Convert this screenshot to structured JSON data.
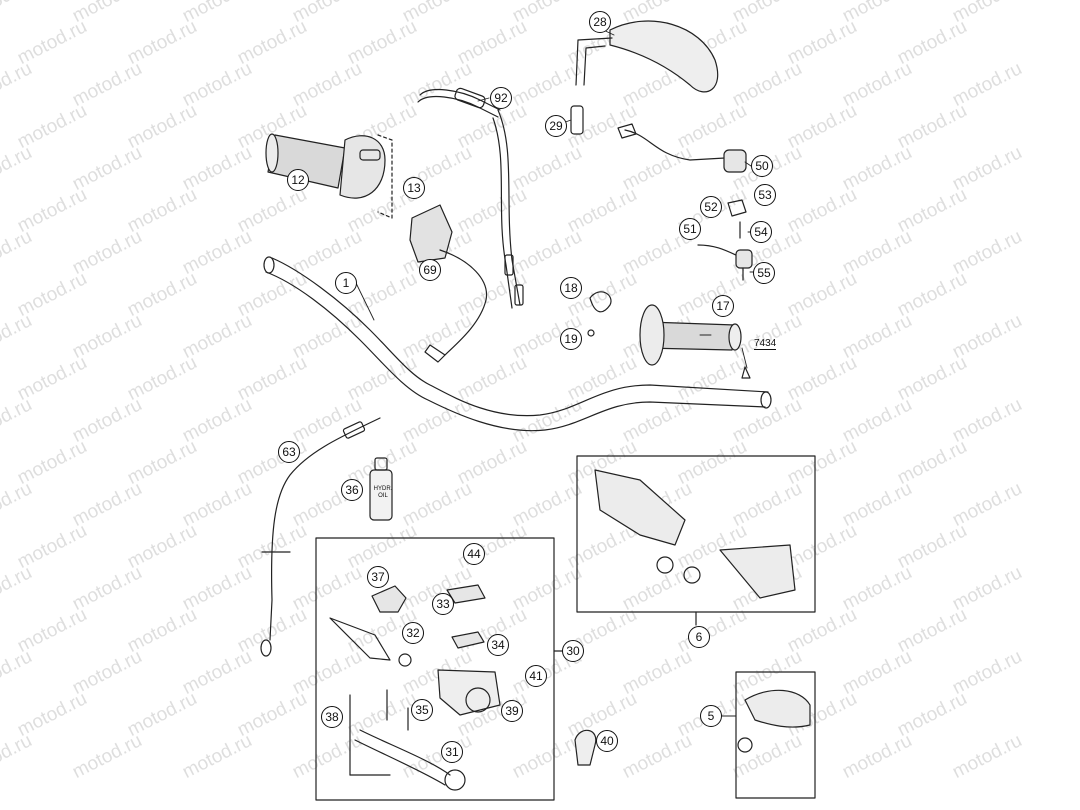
{
  "watermark": "motod.ru",
  "callouts": {
    "c1": "1",
    "c5": "5",
    "c6": "6",
    "c12": "12",
    "c13": "13",
    "c17": "17",
    "c18": "18",
    "c19": "19",
    "c28": "28",
    "c29": "29",
    "c30": "30",
    "c31": "31",
    "c32": "32",
    "c33": "33",
    "c34": "34",
    "c35": "35",
    "c36": "36",
    "c37": "37",
    "c38": "38",
    "c39": "39",
    "c40": "40",
    "c41": "41",
    "c44": "44",
    "c50": "50",
    "c51": "51",
    "c52": "52",
    "c53": "53",
    "c54": "54",
    "c55": "55",
    "c63": "63",
    "c69": "69",
    "c92": "92"
  },
  "part_tag": "7434",
  "bottle_label": "HYDR. OIL"
}
